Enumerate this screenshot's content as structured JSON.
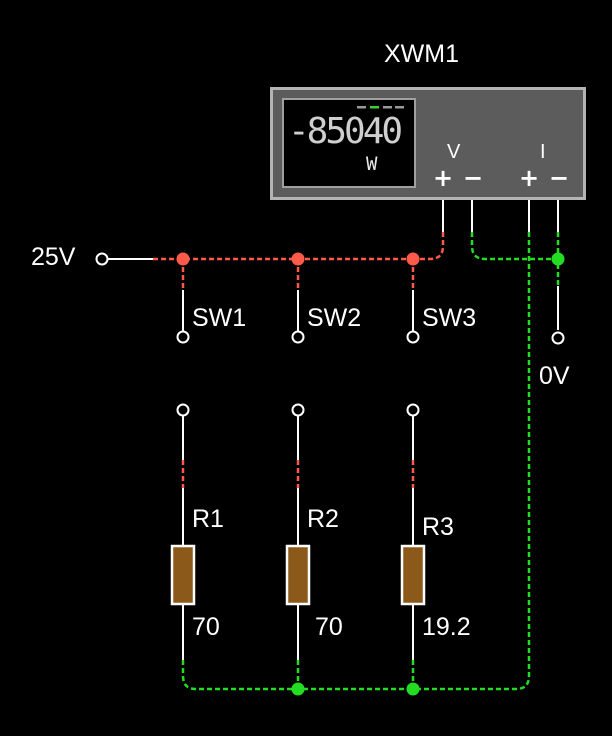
{
  "meter": {
    "name": "XWM1",
    "reading": "-85040",
    "unit": "W",
    "voltage_label": "V",
    "current_label": "I",
    "v_plus": "+",
    "v_minus": "−",
    "i_plus": "+",
    "i_minus": "−"
  },
  "source": {
    "voltage": "25V"
  },
  "ground": {
    "label": "0V"
  },
  "switches": [
    {
      "label": "SW1"
    },
    {
      "label": "SW2"
    },
    {
      "label": "SW3"
    }
  ],
  "resistors": [
    {
      "label": "R1",
      "value": "70"
    },
    {
      "label": "R2",
      "value": "70"
    },
    {
      "label": "R3",
      "value": "19.2"
    }
  ],
  "colors": {
    "background": "#000000",
    "wire": "#ffffff",
    "positive_net": "#ff5a4a",
    "negative_net": "#22dd22",
    "resistor_fill": "#8b5a1b",
    "meter_body": "#5c5c5c"
  }
}
